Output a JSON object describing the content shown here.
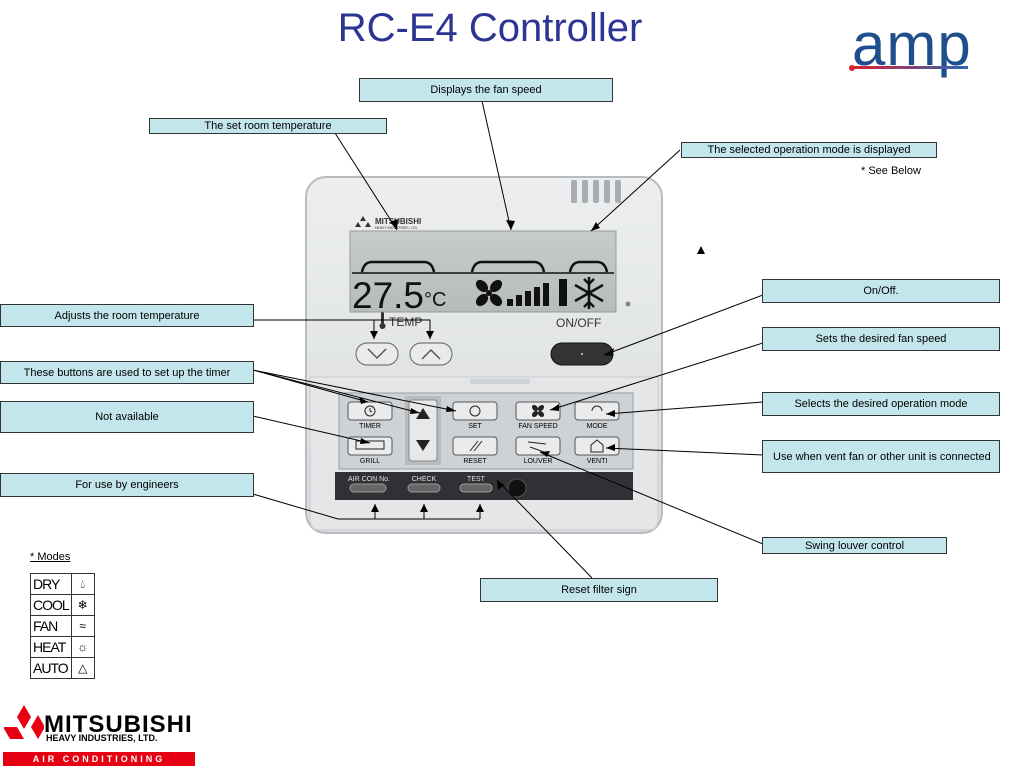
{
  "title": "RC-E4 Controller",
  "brand_logo": "amp",
  "callouts": {
    "fan_speed_display": "Displays the fan speed",
    "set_room_temp": "The set room temperature",
    "operation_mode_display": "The selected operation mode is displayed",
    "see_below": "* See Below",
    "adjust_temp": "Adjusts the room temperature",
    "timer_buttons": "These buttons are used to set up the timer",
    "not_available": "Not available",
    "engineers": "For use by engineers",
    "on_off": "On/Off.",
    "set_fan_speed": "Sets the desired fan speed",
    "select_mode": "Selects the desired operation mode",
    "vent": "Use when vent fan or other unit is connected",
    "louver": "Swing louver control",
    "reset_filter": "Reset  filter sign"
  },
  "controller": {
    "brand": "MITSUBISHI",
    "brand_sub": "HEAVY INDUSTRIES, LTD.",
    "temp_value": "27.5",
    "temp_unit": "°C",
    "temp_label": "TEMP",
    "on_off_label": "ON/OFF",
    "buttons": {
      "timer": "TIMER",
      "set": "SET",
      "fan_speed": "FAN SPEED",
      "mode": "MODE",
      "grill": "GRILL",
      "reset": "RESET",
      "louver": "LOUVER",
      "venti": "VENTI",
      "air_con_no": "AIR CON No.",
      "check": "CHECK",
      "test": "TEST"
    }
  },
  "modes": {
    "title": "* Modes",
    "items": [
      {
        "label": "DRY",
        "icon": "droplet-icon"
      },
      {
        "label": "COOL",
        "icon": "snowflake-icon"
      },
      {
        "label": "FAN",
        "icon": "fan-wind-icon"
      },
      {
        "label": "HEAT",
        "icon": "sun-icon"
      },
      {
        "label": "AUTO",
        "icon": "auto-icon"
      }
    ]
  },
  "footer_logo": {
    "name": "MITSUBISHI",
    "sub": "HEAVY INDUSTRIES, LTD.",
    "bar": "AIR CONDITIONING"
  }
}
